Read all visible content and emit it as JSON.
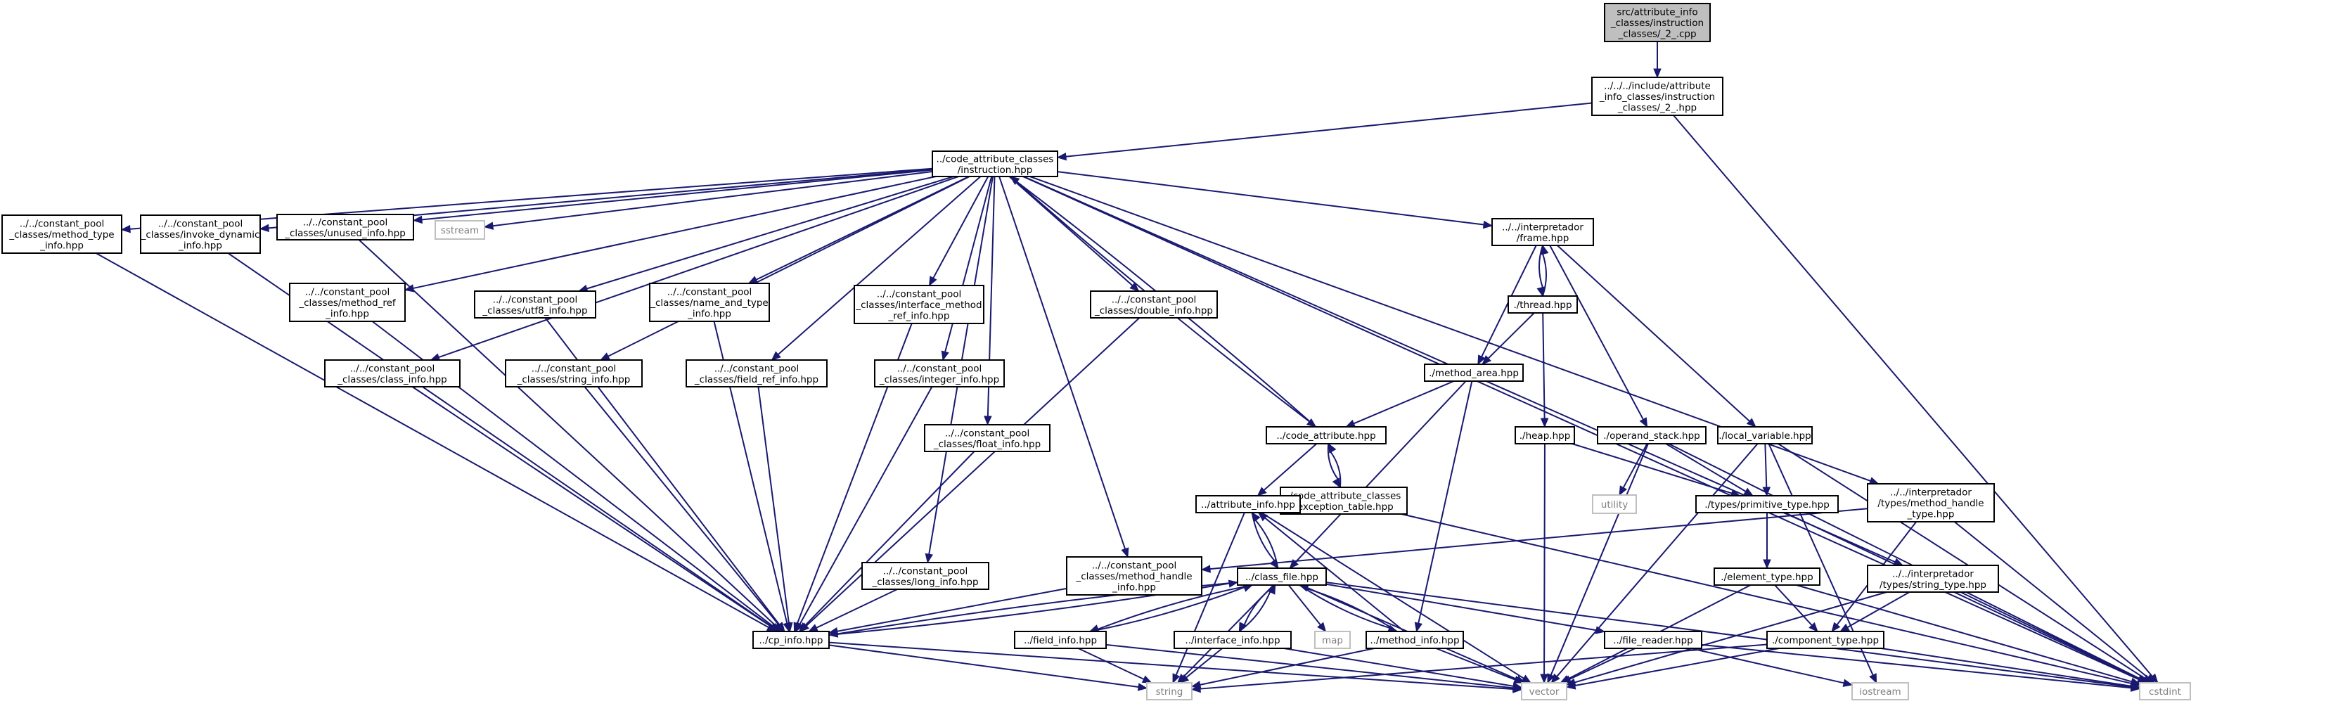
{
  "diagram": {
    "nodes": [
      {
        "id": "root",
        "lines": [
          "src/attribute_info",
          "_classes/instruction",
          "_classes/_2_.cpp"
        ],
        "kind": "root"
      },
      {
        "id": "include2",
        "lines": [
          "../../../include/attribute",
          "_info_classes/instruction",
          "_classes/_2_.hpp"
        ],
        "kind": "file"
      },
      {
        "id": "instruction",
        "lines": [
          "../code_attribute_classes",
          "/instruction.hpp"
        ],
        "kind": "file"
      },
      {
        "id": "cstdint",
        "lines": [
          "cstdint"
        ],
        "kind": "system"
      },
      {
        "id": "method_type",
        "lines": [
          "../../constant_pool",
          "_classes/method_type",
          "_info.hpp"
        ],
        "kind": "file"
      },
      {
        "id": "invoke_dynamic",
        "lines": [
          "../../constant_pool",
          "_classes/invoke_dynamic",
          "_info.hpp"
        ],
        "kind": "file"
      },
      {
        "id": "unused",
        "lines": [
          "../../constant_pool",
          "_classes/unused_info.hpp"
        ],
        "kind": "file"
      },
      {
        "id": "sstream",
        "lines": [
          "sstream"
        ],
        "kind": "system"
      },
      {
        "id": "frame",
        "lines": [
          "../../interpretador",
          "/frame.hpp"
        ],
        "kind": "file"
      },
      {
        "id": "method_ref",
        "lines": [
          "../../constant_pool",
          "_classes/method_ref",
          "_info.hpp"
        ],
        "kind": "file"
      },
      {
        "id": "utf8",
        "lines": [
          "../../constant_pool",
          "_classes/utf8_info.hpp"
        ],
        "kind": "file"
      },
      {
        "id": "name_and_type",
        "lines": [
          "../../constant_pool",
          "_classes/name_and_type",
          "_info.hpp"
        ],
        "kind": "file"
      },
      {
        "id": "interface_method_ref",
        "lines": [
          "../../constant_pool",
          "_classes/interface_method",
          "_ref_info.hpp"
        ],
        "kind": "file"
      },
      {
        "id": "double",
        "lines": [
          "../../constant_pool",
          "_classes/double_info.hpp"
        ],
        "kind": "file"
      },
      {
        "id": "thread",
        "lines": [
          "./thread.hpp"
        ],
        "kind": "file"
      },
      {
        "id": "class_info",
        "lines": [
          "../../constant_pool",
          "_classes/class_info.hpp"
        ],
        "kind": "file"
      },
      {
        "id": "string_info",
        "lines": [
          "../../constant_pool",
          "_classes/string_info.hpp"
        ],
        "kind": "file"
      },
      {
        "id": "field_ref",
        "lines": [
          "../../constant_pool",
          "_classes/field_ref_info.hpp"
        ],
        "kind": "file"
      },
      {
        "id": "integer",
        "lines": [
          "../../constant_pool",
          "_classes/integer_info.hpp"
        ],
        "kind": "file"
      },
      {
        "id": "method_area",
        "lines": [
          "./method_area.hpp"
        ],
        "kind": "file"
      },
      {
        "id": "float",
        "lines": [
          "../../constant_pool",
          "_classes/float_info.hpp"
        ],
        "kind": "file"
      },
      {
        "id": "code_attribute",
        "lines": [
          "../code_attribute.hpp"
        ],
        "kind": "file"
      },
      {
        "id": "heap",
        "lines": [
          "./heap.hpp"
        ],
        "kind": "file"
      },
      {
        "id": "operand_stack",
        "lines": [
          "./operand_stack.hpp"
        ],
        "kind": "file"
      },
      {
        "id": "local_variable",
        "lines": [
          "./local_variable.hpp"
        ],
        "kind": "file"
      },
      {
        "id": "exception_table",
        "lines": [
          "./code_attribute_classes",
          "/exception_table.hpp"
        ],
        "kind": "file"
      },
      {
        "id": "utility",
        "lines": [
          "utility"
        ],
        "kind": "system"
      },
      {
        "id": "primitive_type",
        "lines": [
          "./types/primitive_type.hpp"
        ],
        "kind": "file"
      },
      {
        "id": "attribute_info",
        "lines": [
          "../attribute_info.hpp"
        ],
        "kind": "file"
      },
      {
        "id": "method_handle_type",
        "lines": [
          "../../interpretador",
          "/types/method_handle",
          "_type.hpp"
        ],
        "kind": "file"
      },
      {
        "id": "long_info",
        "lines": [
          "../../constant_pool",
          "_classes/long_info.hpp"
        ],
        "kind": "file"
      },
      {
        "id": "method_handle_info",
        "lines": [
          "../../constant_pool",
          "_classes/method_handle",
          "_info.hpp"
        ],
        "kind": "file"
      },
      {
        "id": "class_file",
        "lines": [
          "../class_file.hpp"
        ],
        "kind": "file"
      },
      {
        "id": "element_type",
        "lines": [
          "./element_type.hpp"
        ],
        "kind": "file"
      },
      {
        "id": "string_type",
        "lines": [
          "../../interpretador",
          "/types/string_type.hpp"
        ],
        "kind": "file"
      },
      {
        "id": "cp_info",
        "lines": [
          "../cp_info.hpp"
        ],
        "kind": "file"
      },
      {
        "id": "field_info",
        "lines": [
          "../field_info.hpp"
        ],
        "kind": "file"
      },
      {
        "id": "interface_info",
        "lines": [
          "../interface_info.hpp"
        ],
        "kind": "file"
      },
      {
        "id": "map",
        "lines": [
          "map"
        ],
        "kind": "system"
      },
      {
        "id": "method_info",
        "lines": [
          "../method_info.hpp"
        ],
        "kind": "file"
      },
      {
        "id": "file_reader",
        "lines": [
          "../file_reader.hpp"
        ],
        "kind": "file"
      },
      {
        "id": "component_type",
        "lines": [
          "./component_type.hpp"
        ],
        "kind": "file"
      },
      {
        "id": "string",
        "lines": [
          "string"
        ],
        "kind": "system"
      },
      {
        "id": "vector",
        "lines": [
          "vector"
        ],
        "kind": "system"
      },
      {
        "id": "iostream",
        "lines": [
          "iostream"
        ],
        "kind": "system"
      }
    ],
    "edges": [
      [
        "root",
        "include2"
      ],
      [
        "include2",
        "instruction"
      ],
      [
        "include2",
        "cstdint"
      ],
      [
        "instruction",
        "method_type"
      ],
      [
        "instruction",
        "invoke_dynamic"
      ],
      [
        "instruction",
        "unused"
      ],
      [
        "instruction",
        "sstream"
      ],
      [
        "instruction",
        "frame"
      ],
      [
        "instruction",
        "method_ref"
      ],
      [
        "instruction",
        "utf8"
      ],
      [
        "instruction",
        "name_and_type"
      ],
      [
        "instruction",
        "interface_method_ref"
      ],
      [
        "instruction",
        "double"
      ],
      [
        "instruction",
        "class_info"
      ],
      [
        "instruction",
        "string_info"
      ],
      [
        "instruction",
        "field_ref"
      ],
      [
        "instruction",
        "integer"
      ],
      [
        "instruction",
        "float"
      ],
      [
        "instruction",
        "long_info"
      ],
      [
        "instruction",
        "method_handle_info"
      ],
      [
        "instruction",
        "code_attribute"
      ],
      [
        "instruction",
        "method_handle_type"
      ],
      [
        "instruction",
        "string_type"
      ],
      [
        "instruction",
        "cstdint"
      ],
      [
        "code_attribute",
        "instruction"
      ],
      [
        "method_type",
        "cp_info"
      ],
      [
        "invoke_dynamic",
        "cp_info"
      ],
      [
        "unused",
        "cp_info"
      ],
      [
        "method_ref",
        "cp_info"
      ],
      [
        "utf8",
        "cp_info"
      ],
      [
        "name_and_type",
        "cp_info"
      ],
      [
        "interface_method_ref",
        "cp_info"
      ],
      [
        "double",
        "cp_info"
      ],
      [
        "class_info",
        "cp_info"
      ],
      [
        "string_info",
        "cp_info"
      ],
      [
        "field_ref",
        "cp_info"
      ],
      [
        "integer",
        "cp_info"
      ],
      [
        "float",
        "cp_info"
      ],
      [
        "long_info",
        "cp_info"
      ],
      [
        "method_handle_info",
        "cp_info"
      ],
      [
        "frame",
        "thread"
      ],
      [
        "thread",
        "frame"
      ],
      [
        "frame",
        "method_area"
      ],
      [
        "frame",
        "operand_stack"
      ],
      [
        "frame",
        "local_variable"
      ],
      [
        "thread",
        "method_area"
      ],
      [
        "thread",
        "heap"
      ],
      [
        "method_area",
        "code_attribute"
      ],
      [
        "method_area",
        "class_file"
      ],
      [
        "method_area",
        "method_info"
      ],
      [
        "code_attribute",
        "attribute_info"
      ],
      [
        "code_attribute",
        "exception_table"
      ],
      [
        "exception_table",
        "code_attribute"
      ],
      [
        "exception_table",
        "cstdint"
      ],
      [
        "heap",
        "primitive_type"
      ],
      [
        "heap",
        "vector"
      ],
      [
        "operand_stack",
        "utility"
      ],
      [
        "operand_stack",
        "primitive_type"
      ],
      [
        "operand_stack",
        "vector"
      ],
      [
        "operand_stack",
        "cstdint"
      ],
      [
        "local_variable",
        "primitive_type"
      ],
      [
        "local_variable",
        "vector"
      ],
      [
        "local_variable",
        "cstdint"
      ],
      [
        "primitive_type",
        "element_type"
      ],
      [
        "primitive_type",
        "cstdint"
      ],
      [
        "attribute_info",
        "class_file"
      ],
      [
        "class_file",
        "attribute_info"
      ],
      [
        "attribute_info",
        "string"
      ],
      [
        "attribute_info",
        "vector"
      ],
      [
        "method_handle_type",
        "method_handle_info"
      ],
      [
        "method_handle_type",
        "component_type"
      ],
      [
        "method_handle_type",
        "cstdint"
      ],
      [
        "class_file",
        "cp_info"
      ],
      [
        "cp_info",
        "class_file"
      ],
      [
        "class_file",
        "field_info"
      ],
      [
        "field_info",
        "class_file"
      ],
      [
        "class_file",
        "interface_info"
      ],
      [
        "interface_info",
        "class_file"
      ],
      [
        "class_file",
        "method_info"
      ],
      [
        "method_info",
        "class_file"
      ],
      [
        "class_file",
        "map"
      ],
      [
        "class_file",
        "file_reader"
      ],
      [
        "class_file",
        "string"
      ],
      [
        "class_file",
        "vector"
      ],
      [
        "class_file",
        "cstdint"
      ],
      [
        "element_type",
        "component_type"
      ],
      [
        "element_type",
        "vector"
      ],
      [
        "element_type",
        "cstdint"
      ],
      [
        "string_type",
        "component_type"
      ],
      [
        "string_type",
        "vector"
      ],
      [
        "string_type",
        "cstdint"
      ],
      [
        "cp_info",
        "string"
      ],
      [
        "cp_info",
        "vector"
      ],
      [
        "field_info",
        "string"
      ],
      [
        "field_info",
        "vector"
      ],
      [
        "interface_info",
        "string"
      ],
      [
        "interface_info",
        "vector"
      ],
      [
        "method_info",
        "string"
      ],
      [
        "method_info",
        "vector"
      ],
      [
        "method_info",
        "attribute_info"
      ],
      [
        "file_reader",
        "vector"
      ],
      [
        "file_reader",
        "iostream"
      ],
      [
        "file_reader",
        "cstdint"
      ],
      [
        "component_type",
        "string"
      ],
      [
        "component_type",
        "vector"
      ],
      [
        "component_type",
        "cstdint"
      ],
      [
        "local_variable",
        "iostream"
      ]
    ]
  }
}
